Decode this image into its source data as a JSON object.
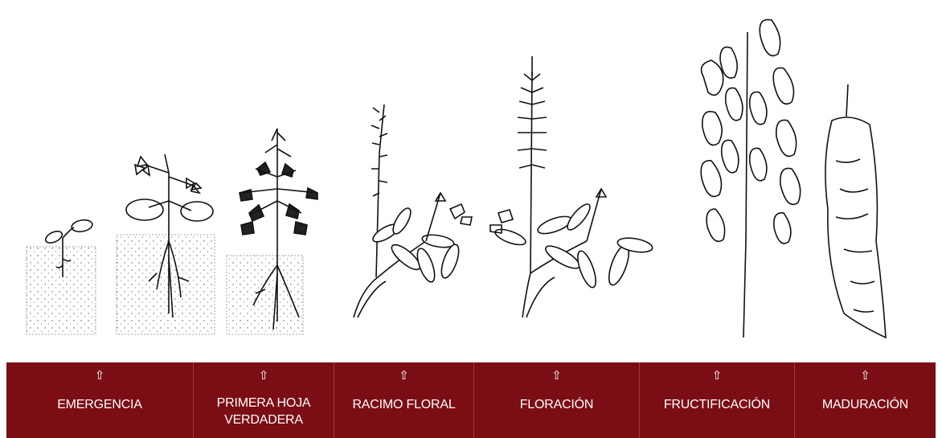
{
  "stages": [
    {
      "label": "EMERGENCIA",
      "icon": "up-arrow-icon",
      "arrow": "⇧"
    },
    {
      "label_line1": "PRIMERA HOJA",
      "label_line2": "VERDADERA",
      "icon": "up-arrow-icon",
      "arrow": "⇧"
    },
    {
      "label": "RACIMO FLORAL",
      "icon": "up-arrow-icon",
      "arrow": "⇧"
    },
    {
      "label": "FLORACIÓN",
      "icon": "up-arrow-icon",
      "arrow": "⇧"
    },
    {
      "label": "FRUCTIFICACIÓN",
      "icon": "up-arrow-icon",
      "arrow": "⇧"
    },
    {
      "label": "MADURACIÓN",
      "icon": "up-arrow-icon",
      "arrow": "⇧"
    }
  ],
  "colors": {
    "bar": "#7b0d14",
    "divider": "#9e3a40",
    "text": "#ffffff",
    "ink": "#111111"
  }
}
